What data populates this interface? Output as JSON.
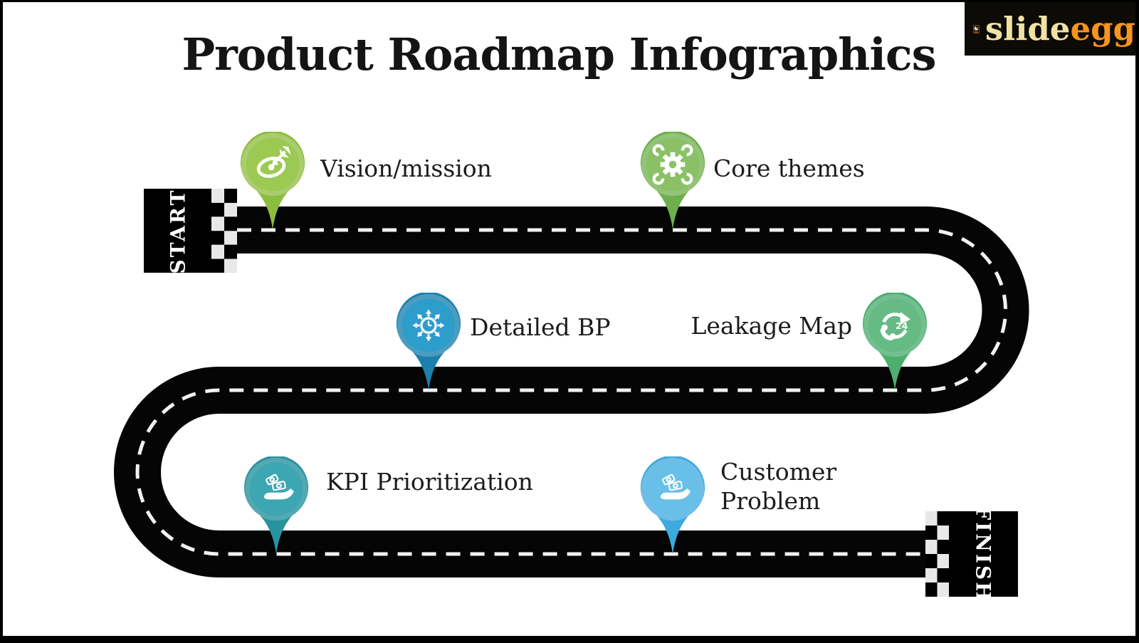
{
  "slide": {
    "title": "Product Roadmap Infographics",
    "background": "#ffffff",
    "frame_color": "#000000"
  },
  "logo": {
    "brand_slide": "slide",
    "brand_egg": "egg",
    "slide_color": "#f1e2a4",
    "egg_color": "#f7941e",
    "bg_color": "#0c0b07"
  },
  "road": {
    "asphalt_color": "#050505",
    "dash_color": "#f2f2f2",
    "checker_light": "#e8e8e8",
    "start_label": "START",
    "finish_label": "FINISH"
  },
  "milestones": [
    {
      "label": "Vision/mission",
      "icon": "target-dart-icon",
      "pin_color": "#8cbd3e",
      "pin_inner": "#9bc951"
    },
    {
      "label": "Core themes",
      "icon": "gear-wrenches-icon",
      "pin_color": "#6fae4d",
      "pin_inner": "#8ac167"
    },
    {
      "label": "Detailed BP",
      "icon": "clock-arrows-icon",
      "pin_color": "#1b80ae",
      "pin_inner": "#2d9dcb"
    },
    {
      "label": "Leakage Map",
      "icon": "phone-24-service-icon",
      "pin_color": "#4ead70",
      "pin_inner": "#66ba84",
      "icon_text": "24"
    },
    {
      "label": "KPI Prioritization",
      "icon": "money-in-hand-icon",
      "pin_color": "#28939f",
      "pin_inner": "#3ca6b2"
    },
    {
      "label": "Customer Problem",
      "icon": "money-in-hand-icon",
      "pin_color": "#3ea9df",
      "pin_inner": "#68c0e9"
    }
  ]
}
